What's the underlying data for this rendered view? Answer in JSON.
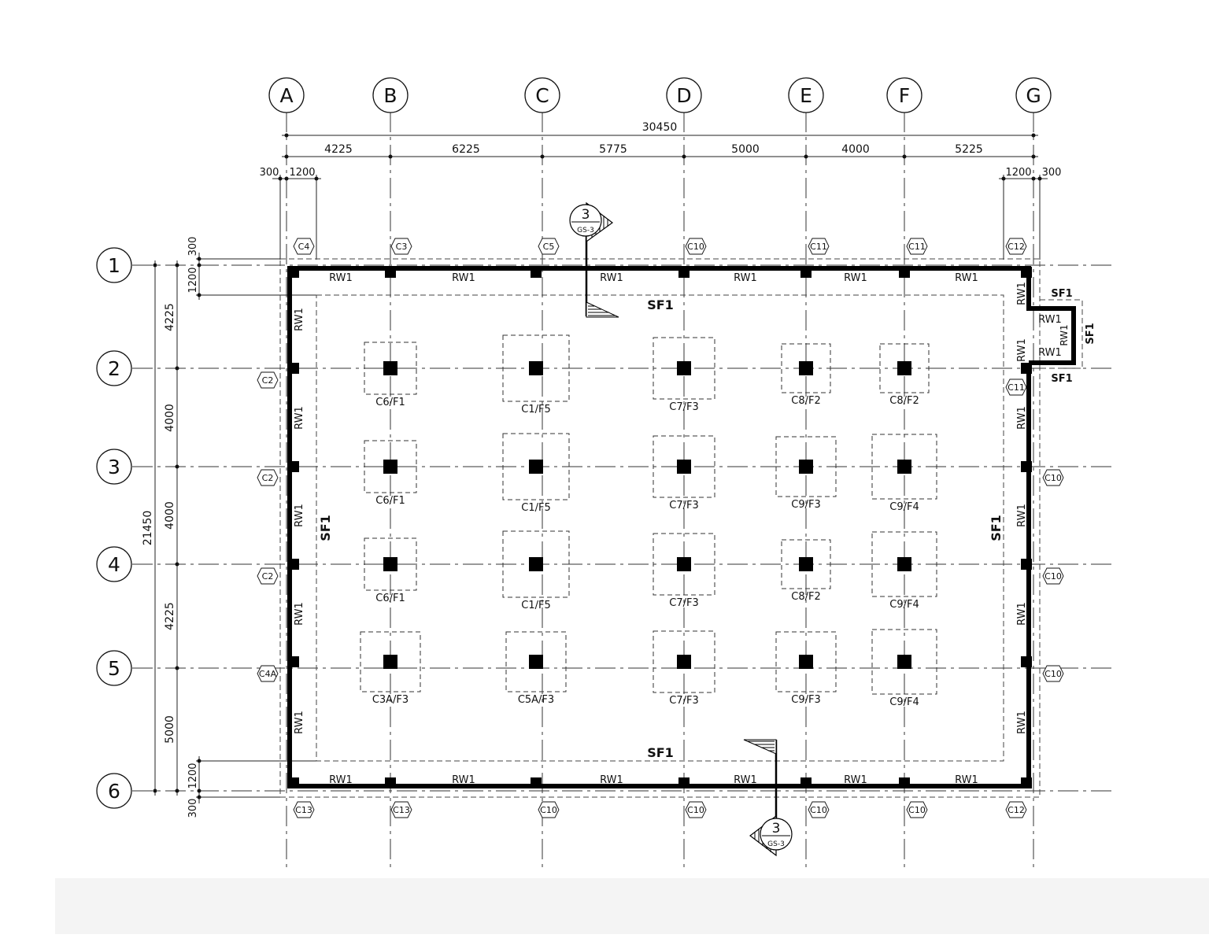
{
  "axes": {
    "columns": [
      "A",
      "B",
      "C",
      "D",
      "E",
      "F",
      "G"
    ],
    "rows": [
      "1",
      "2",
      "3",
      "4",
      "5",
      "6"
    ]
  },
  "dimensions": {
    "overall_x": "30450",
    "bays_x": [
      "4225",
      "6225",
      "5775",
      "5000",
      "4000",
      "5225"
    ],
    "edge_left": [
      "300",
      "1200"
    ],
    "edge_right": [
      "1200",
      "300"
    ],
    "overall_y": "21450",
    "bays_y": [
      "4225",
      "4000",
      "4000",
      "4225",
      "5000"
    ],
    "edge_top": [
      "300",
      "1200"
    ],
    "edge_bottom": [
      "1200",
      "300"
    ]
  },
  "wall_tag": "RW1",
  "slab_tag": "SF1",
  "section_marker": {
    "number": "3",
    "sheet": "GS-3"
  },
  "perimeter_columns": {
    "top": [
      "C4",
      "C3",
      "C5",
      "C10",
      "C11",
      "C11",
      "C12"
    ],
    "bottom": [
      "C13",
      "C13",
      "C10",
      "C10",
      "C10",
      "C10",
      "C12"
    ],
    "left": [
      "C2",
      "C2",
      "C2",
      "C4A"
    ],
    "right": [
      "C11",
      "C10",
      "C10",
      "C10"
    ]
  },
  "footing_labels": [
    [
      "C6/F1",
      "C1/F5",
      "C7/F3",
      "C8/F2",
      "C8/F2"
    ],
    [
      "C6/F1",
      "C1/F5",
      "C7/F3",
      "C9/F3",
      "C9/F4"
    ],
    [
      "C6/F1",
      "C1/F5",
      "C7/F3",
      "C8/F2",
      "C9/F4"
    ],
    [
      "C3A/F3",
      "C5A/F3",
      "C7/F3",
      "C9/F3",
      "C9/F4"
    ]
  ]
}
